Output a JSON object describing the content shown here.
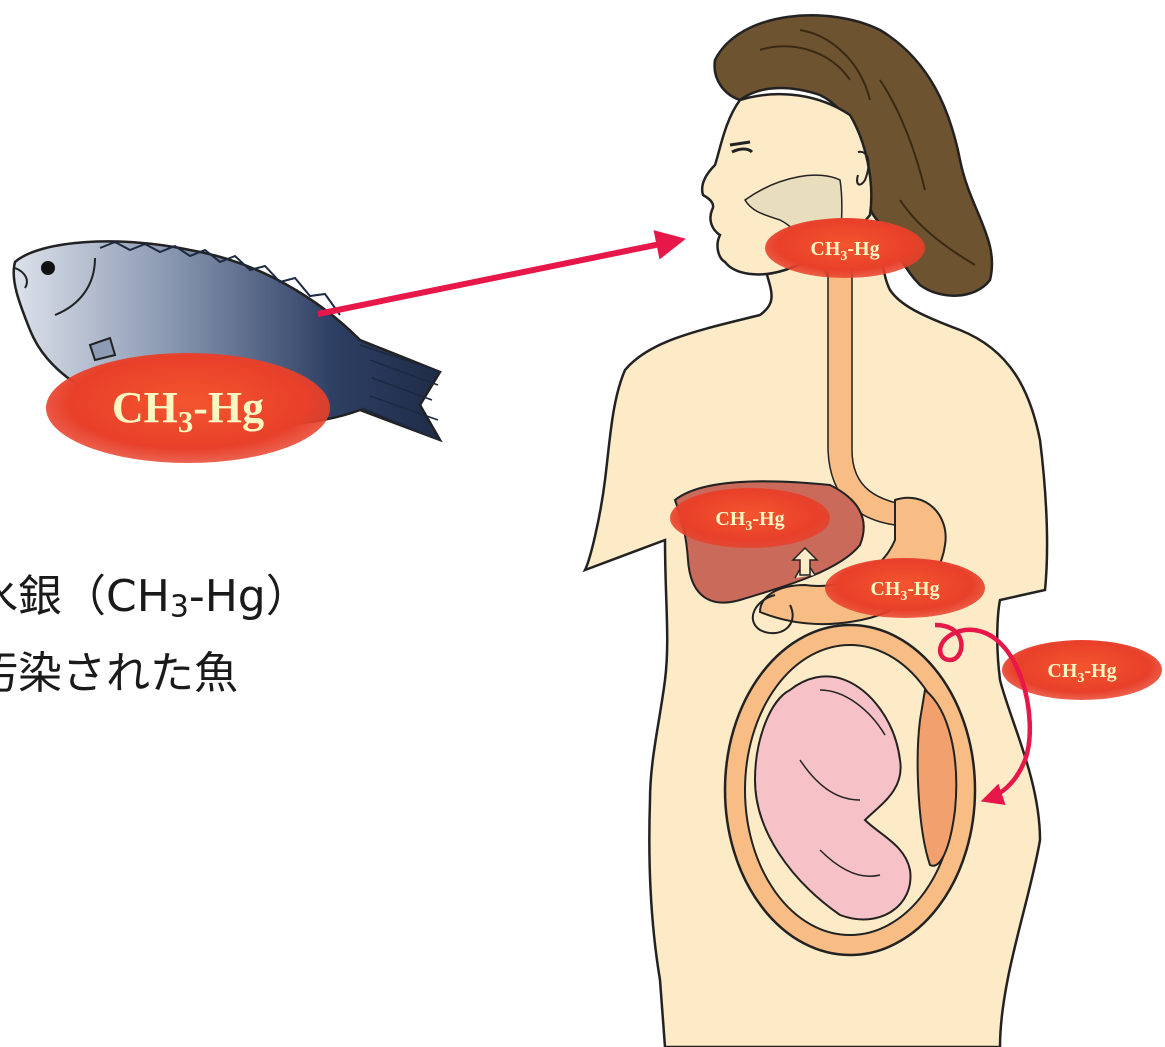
{
  "colors": {
    "skin": "#fdebc8",
    "outline": "#222222",
    "hair": "#6e5330",
    "badge": "#e8402a",
    "badge_text": "#fff7c2",
    "arrow": "#e8174a",
    "liver": "#c96a5a",
    "digestive": "#f7bd85",
    "fetus": "#f7c1c8",
    "placenta": "#f2a06e",
    "fish_back": "#2a3b5e",
    "fish_belly": "#d7dce6"
  },
  "icons": [
    "fish-icon",
    "pregnant-woman-figure",
    "liver-icon",
    "stomach-icon",
    "fetus-icon",
    "arrow-icon"
  ],
  "compound": {
    "main": "CH",
    "sub": "3",
    "tail": "-Hg"
  },
  "caption": {
    "line1_prefix": "ル水銀（CH",
    "line1_sub": "3",
    "line1_suffix": "-Hg）",
    "line2": "に汚染された魚"
  }
}
